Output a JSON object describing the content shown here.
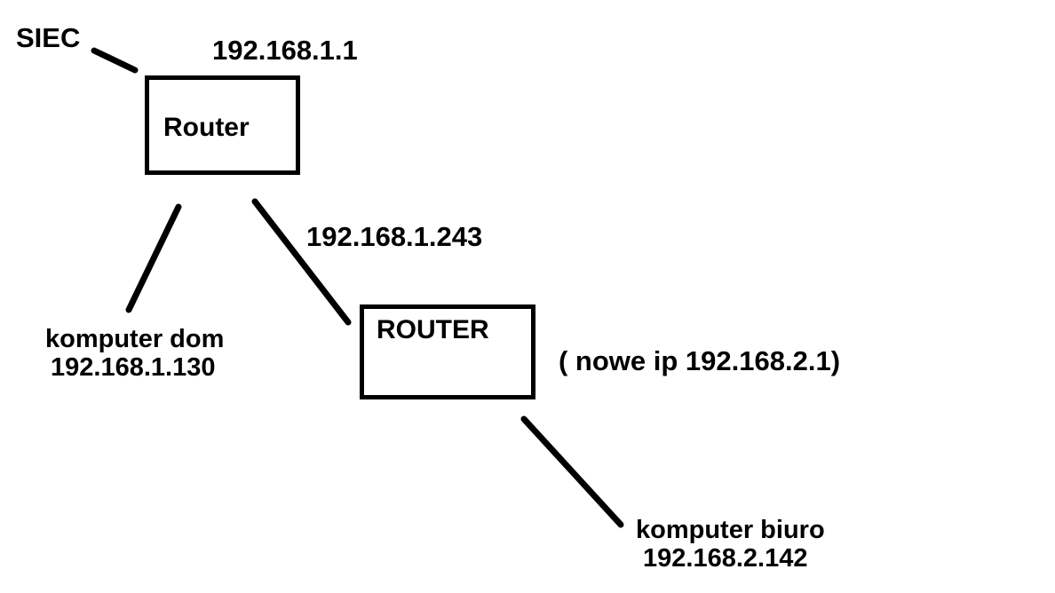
{
  "diagram": {
    "title_label": "SIEC",
    "background_color": "#ffffff",
    "stroke_color": "#000000",
    "nodes": [
      {
        "id": "router-home",
        "label": "Router",
        "ip_label": "192.168.1.1"
      },
      {
        "id": "router-office",
        "label": "ROUTER",
        "wan_ip_label": "192.168.1.243",
        "note_label": "( nowe ip 192.168.2.1)"
      }
    ],
    "endpoints": [
      {
        "id": "computer-home",
        "name": "komputer dom",
        "ip": "192.168.1.130"
      },
      {
        "id": "computer-office",
        "name": "komputer biuro",
        "ip": "192.168.2.142"
      }
    ]
  }
}
